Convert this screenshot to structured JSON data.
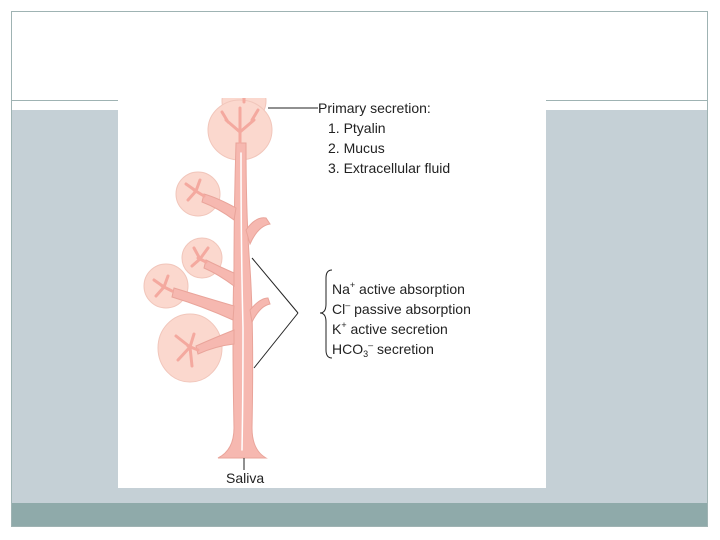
{
  "slide": {
    "background": "#ffffff",
    "band_color": "#c5d0d6",
    "footer_color": "#8faaaa"
  },
  "figure": {
    "gland_color": "#f6b8b0",
    "acinus_color": "#fbd8ce",
    "primary_secretion": {
      "heading": "Primary secretion:",
      "items": [
        "1. Ptyalin",
        "2. Mucus",
        "3. Extracellular fluid"
      ]
    },
    "duct_processes": {
      "na": {
        "ion": "Na",
        "charge": "+",
        "text": " active absorption"
      },
      "cl": {
        "ion": "Cl",
        "charge": "–",
        "text": " passive absorption"
      },
      "k": {
        "ion": "K",
        "charge": "+",
        "text": " active secretion"
      },
      "hco3": {
        "ion": "HCO",
        "subscript": "3",
        "charge": "–",
        "text": " secretion"
      }
    },
    "saliva_label": "Saliva"
  }
}
